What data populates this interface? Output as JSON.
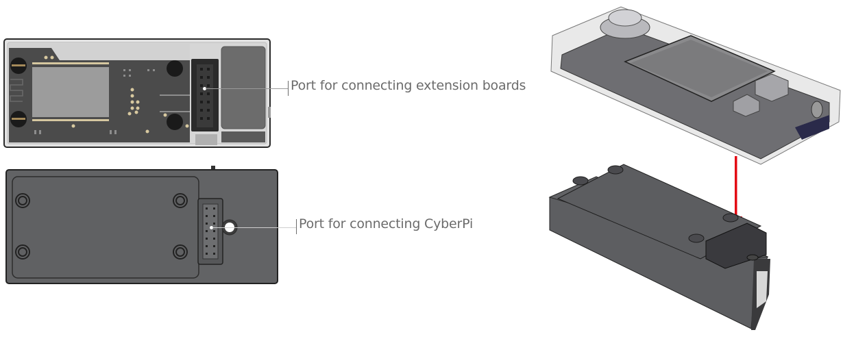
{
  "labels": {
    "extension_port": "Port for connecting extension boards",
    "cyberpi_port": "Port for connecting CyberPi"
  },
  "views": {
    "top_device": "CyberPi top view (transparent shell)",
    "bottom_device": "Extension board top view",
    "iso_view": "Isometric assembly view"
  },
  "colors": {
    "label_text": "#6b6b6b",
    "arrow": "#e30613",
    "device_dark": "#5f6062",
    "pcb": "#4a4a4a"
  }
}
